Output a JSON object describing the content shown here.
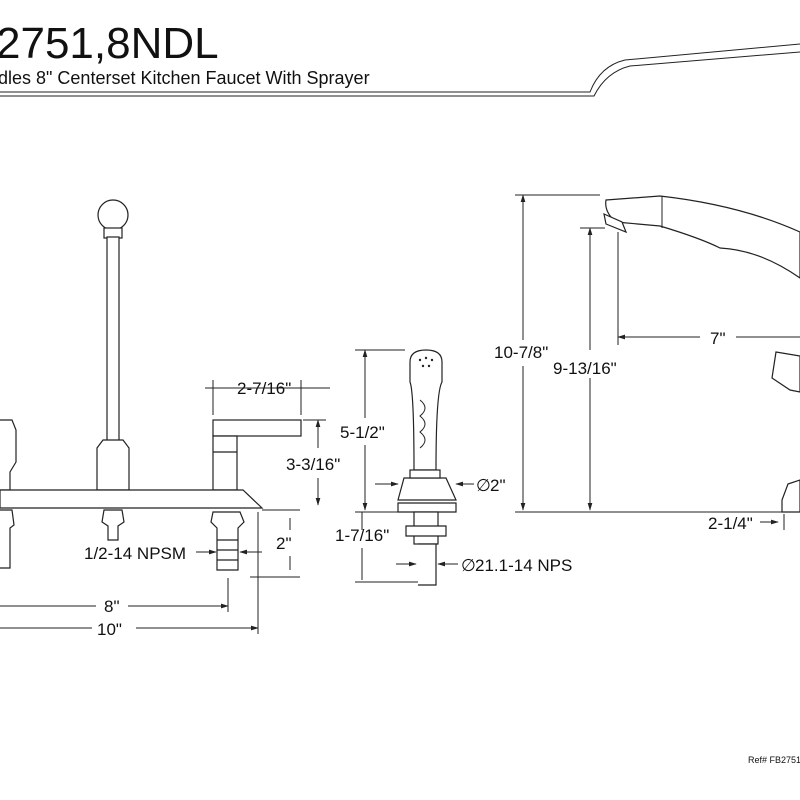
{
  "title": "2751,8NDL",
  "subtitle": "dles 8\" Centerset Kitchen Faucet With Sprayer",
  "reference": "Ref# FB2751",
  "colors": {
    "ink": "#222222",
    "fill": "#ffffff"
  },
  "dimensions": {
    "handle_width": "2-7/16\"",
    "handle_height": "3-3/16\"",
    "shank_length": "2\"",
    "shank_thread": "1/2-14 NPSM",
    "center_spacing": "8\"",
    "plate_length": "10\"",
    "sprayer_height": "5-1/2\"",
    "sprayer_base_dia": "2\"",
    "sprayer_shank_length": "1-7/16\"",
    "sprayer_thread": "21.1-14 NPS",
    "spout_total_height": "10-7/8\"",
    "spout_outlet_height": "9-13/16\"",
    "spout_reach": "7\"",
    "base_offset": "2-1/4\""
  },
  "symbols": {
    "diameter": "∅"
  }
}
